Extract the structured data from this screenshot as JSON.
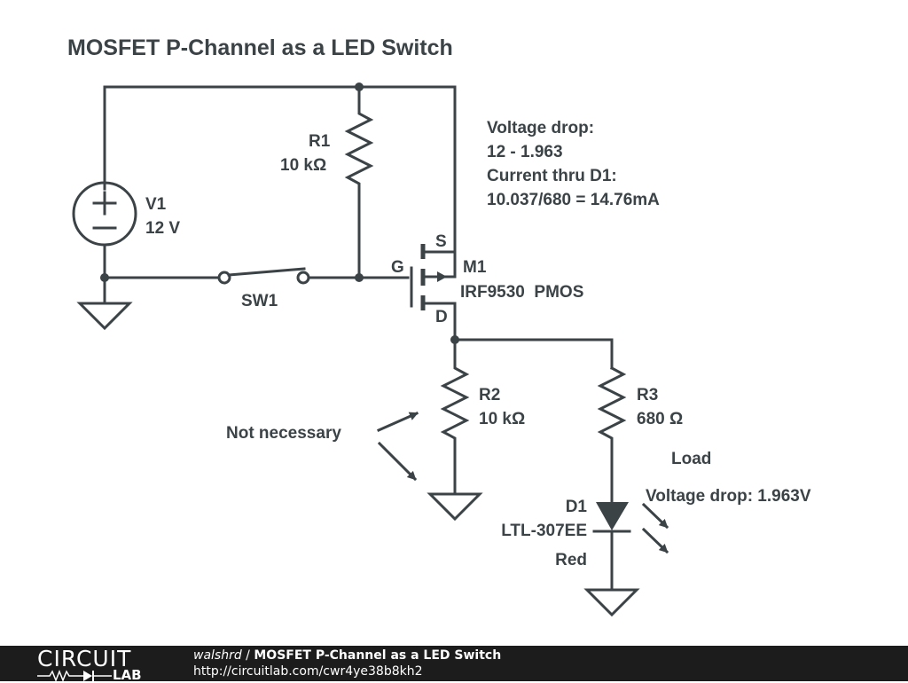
{
  "title": "MOSFET P-Channel as a LED Switch",
  "colors": {
    "ink": "#3b4347",
    "footer_bg": "#1c1c1c",
    "footer_text": "#ffffff"
  },
  "components": {
    "v1": {
      "ref": "V1",
      "value": "12 V"
    },
    "r1": {
      "ref": "R1",
      "value": "10 kΩ"
    },
    "sw1": {
      "ref": "SW1"
    },
    "m1": {
      "ref": "M1",
      "value": "IRF9530  PMOS",
      "pin_s": "S",
      "pin_g": "G",
      "pin_d": "D"
    },
    "r2": {
      "ref": "R2",
      "value": "10 kΩ"
    },
    "r3": {
      "ref": "R3",
      "value": "680 Ω"
    },
    "d1": {
      "ref": "D1",
      "value": "LTL-307EE",
      "color": "Red"
    }
  },
  "annotations": {
    "voltage_drop_title": "Voltage drop:",
    "voltage_drop_expr": "12 - 1.963",
    "current_title": "Current thru D1:",
    "current_expr": "10.037/680 = 14.76mA",
    "not_necessary": "Not necessary",
    "load": "Load",
    "led_voltage_drop": "Voltage drop: 1.963V"
  },
  "footer": {
    "logo_top": "CIRCUIT",
    "logo_bottom": "LAB",
    "author": "walshrd",
    "separator": " / ",
    "circuit_title": "MOSFET P-Channel as a LED Switch",
    "url": "http://circuitlab.com/cwr4ye38b8kh2"
  }
}
